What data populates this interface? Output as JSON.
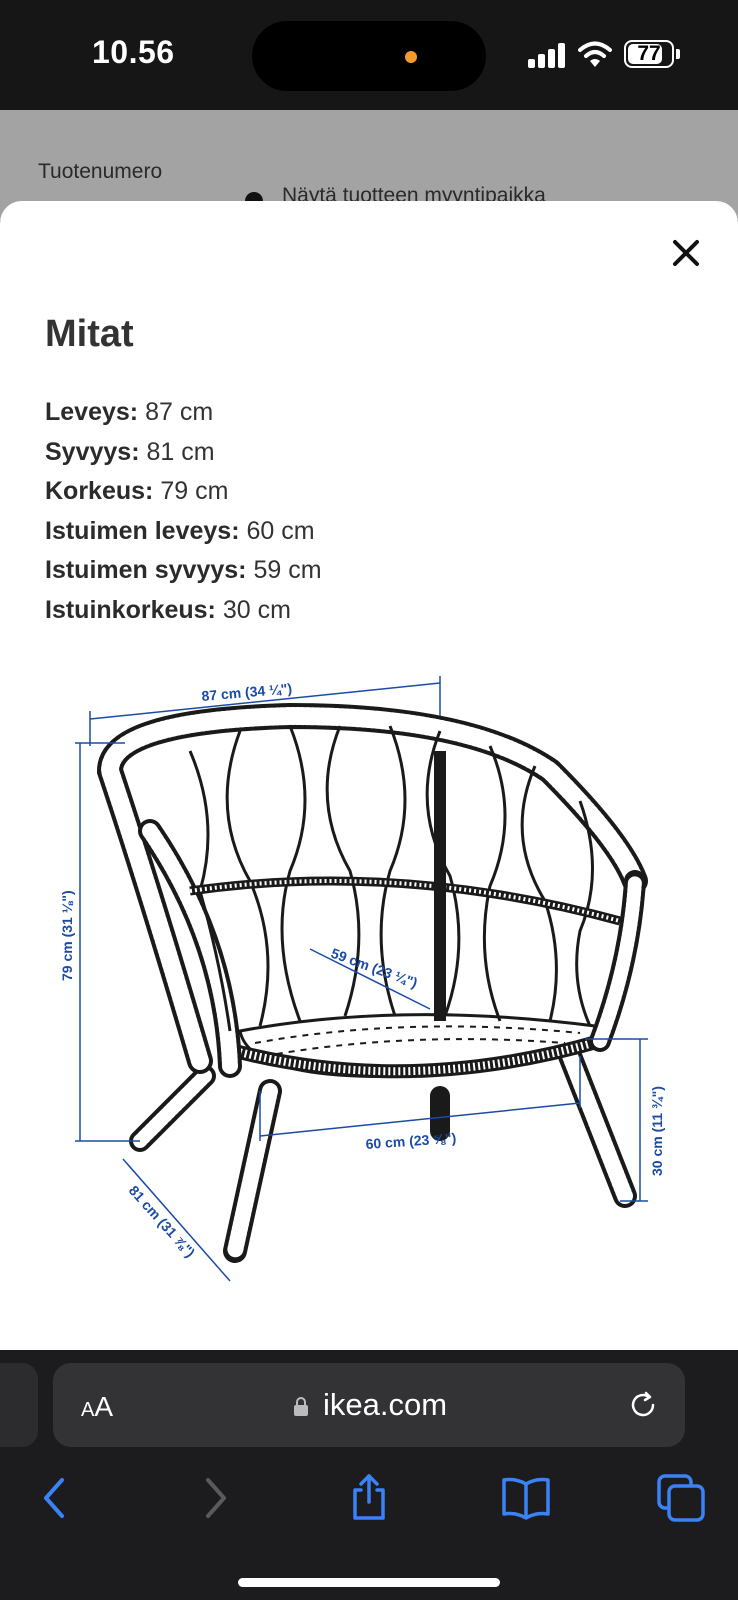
{
  "status": {
    "time": "10.56",
    "battery": "77"
  },
  "background": {
    "label": "Tuotenumero",
    "link": "Näytä tuotteen myyntipaikka"
  },
  "sheet": {
    "title": "Mitat",
    "dimensions": [
      {
        "label": "Leveys:",
        "value": "87 cm"
      },
      {
        "label": "Syvyys:",
        "value": "81 cm"
      },
      {
        "label": "Korkeus:",
        "value": "79 cm"
      },
      {
        "label": "Istuimen leveys:",
        "value": "60 cm"
      },
      {
        "label": "Istuimen syvyys:",
        "value": "59 cm"
      },
      {
        "label": "Istuinkorkeus:",
        "value": "30 cm"
      }
    ],
    "diagram": {
      "width": "87 cm (34 ¼\")",
      "height": "79 cm (31 ⅛\")",
      "seat_depth": "59 cm (23 ¼\")",
      "seat_width": "60 cm (23 ⅝\")",
      "seat_height": "30 cm (11 ¾\")",
      "depth": "81 cm (31 ⅞\")"
    }
  },
  "browser": {
    "text_size": "AA",
    "url": "ikea.com"
  },
  "colors": {
    "accent": "#1b4ba5",
    "safari_blue": "#3b82f6"
  }
}
